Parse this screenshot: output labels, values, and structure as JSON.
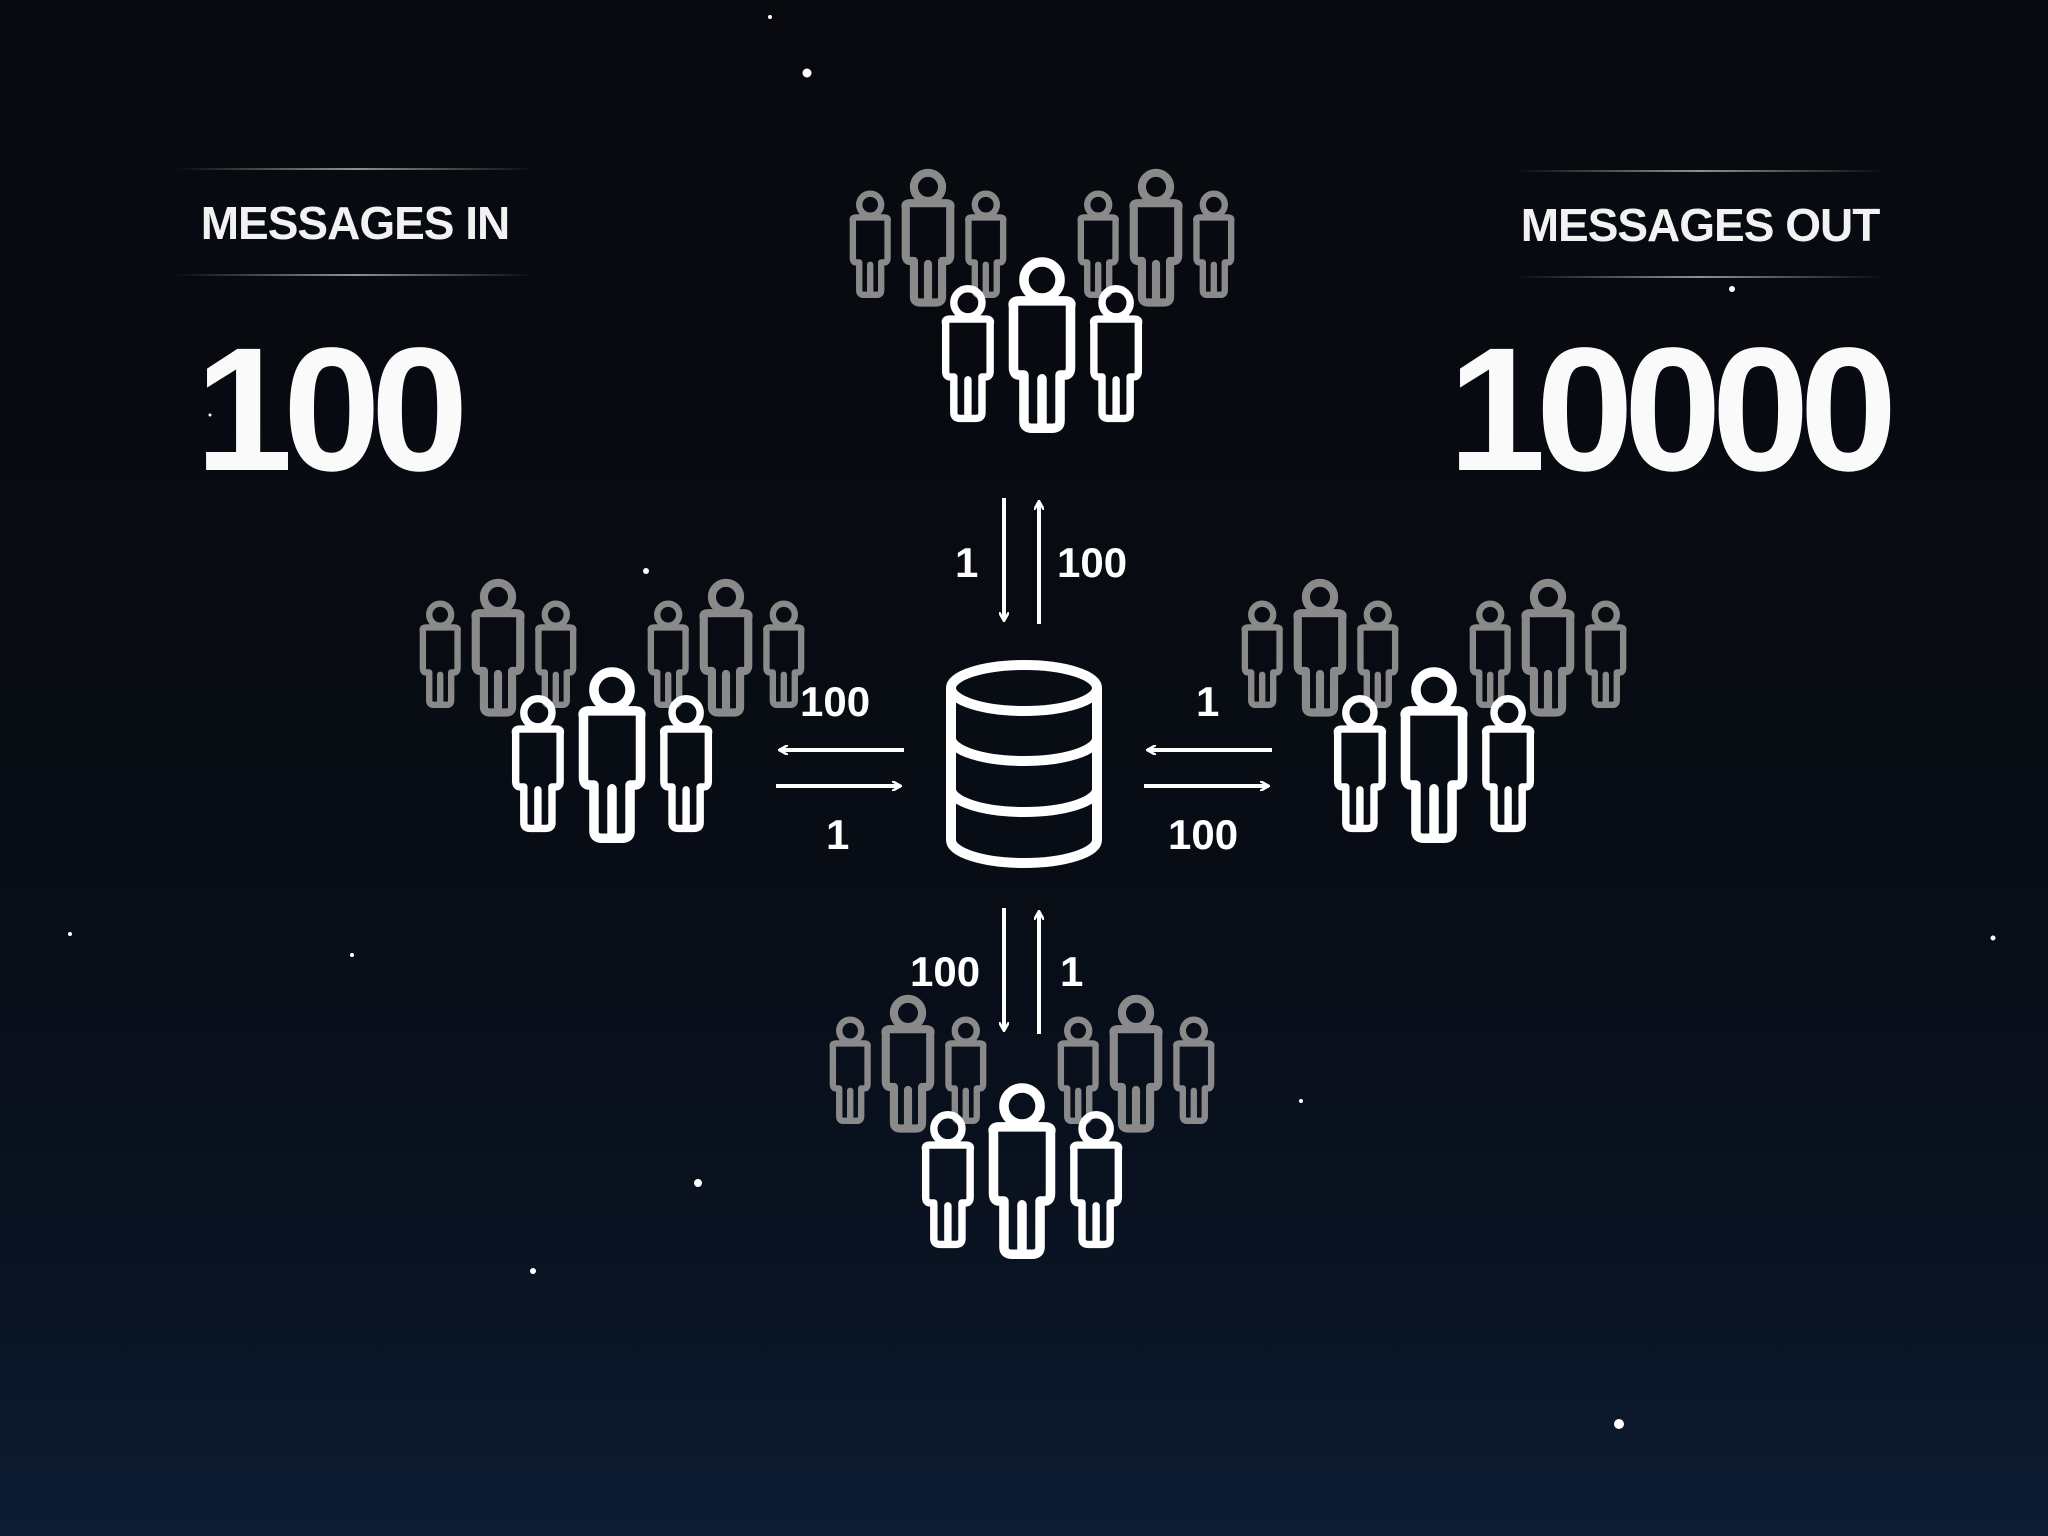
{
  "stats": {
    "in": {
      "label": "MESSAGES IN",
      "value": "100"
    },
    "out": {
      "label": "MESSAGES OUT",
      "value": "10000"
    }
  },
  "diagram": {
    "center": "database-icon",
    "flows": {
      "top": {
        "down": "1",
        "up": "100"
      },
      "left": {
        "from_db": "100",
        "to_db": "1"
      },
      "right": {
        "to_db": "1",
        "from_db": "100"
      },
      "bottom": {
        "down": "100",
        "up": "1"
      }
    }
  },
  "colors": {
    "background": "#080c14",
    "foreground": "#ffffff",
    "faded_group": "#8a8a8a"
  }
}
